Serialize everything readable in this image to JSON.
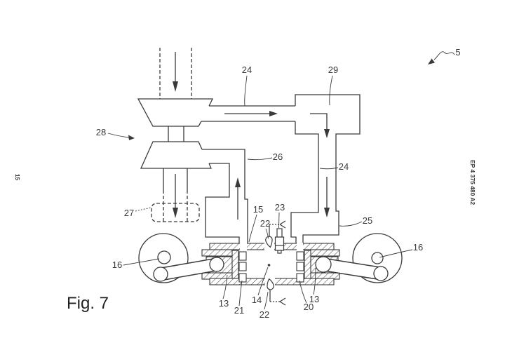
{
  "page": {
    "figure_caption": "Fig. 7",
    "sheet_header_vertical": "EP 4 375 480 A2",
    "margin_line_number": "15"
  },
  "reference_labels": {
    "system": "5",
    "duct_top": "24",
    "junction_box": "29",
    "turbocharger": "28",
    "exhaust_riser": "26",
    "downpipe": "24",
    "outlet_silencer": "27",
    "transfer_passage": "15",
    "injector": "23",
    "valve_top": "22",
    "intake_box": "25",
    "crank_left": "16",
    "crank_right": "16",
    "piston_left": "13",
    "port_lower_left": "21",
    "combustion_chamber": "14",
    "valve_bottom": "22",
    "port_lower_right": "20",
    "piston_right": "13"
  },
  "colors": {
    "line": "#3a3a3a",
    "background": "#ffffff",
    "hatch": "#4a4a4a"
  }
}
